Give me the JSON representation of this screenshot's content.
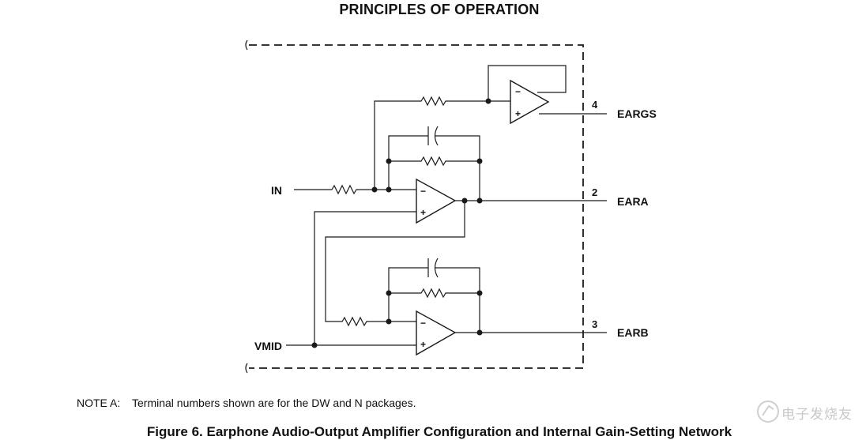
{
  "heading": "PRINCIPLES OF OPERATION",
  "schematic": {
    "inputs": {
      "in": "IN",
      "vmid": "VMID"
    },
    "outputs": [
      {
        "pin": "4",
        "label": "EARGS"
      },
      {
        "pin": "2",
        "label": "EARA"
      },
      {
        "pin": "3",
        "label": "EARB"
      }
    ],
    "opamp_symbols": {
      "inverting": "−",
      "noninverting": "+"
    }
  },
  "note": {
    "tag": "NOTE A:",
    "text": "Terminal numbers shown are for the DW and N packages."
  },
  "caption": "Figure 6. Earphone Audio-Output Amplifier Configuration and Internal Gain-Setting Network",
  "watermark": "电子发烧友"
}
